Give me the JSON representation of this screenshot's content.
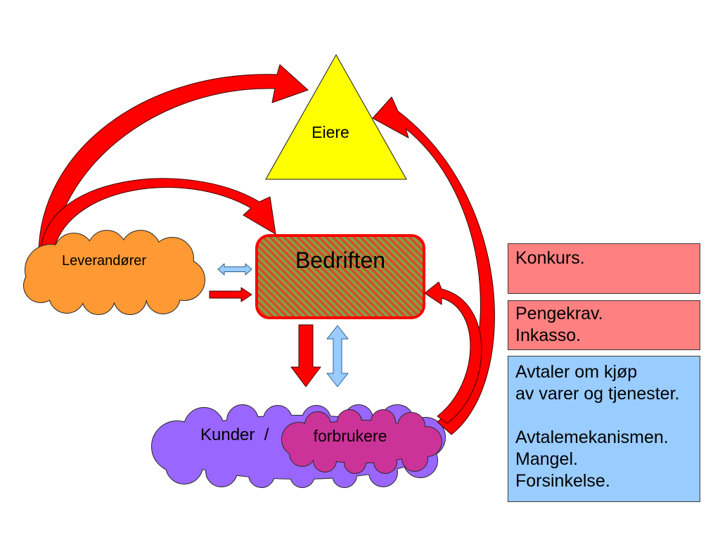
{
  "diagram": {
    "owners": {
      "label": "Eiere",
      "color": "#FFFF00"
    },
    "company": {
      "label": "Bedriften",
      "border_color": "#FF0000",
      "hatch_colors": [
        "#D9492C",
        "#7FA443"
      ]
    },
    "suppliers": {
      "label": "Leverandører",
      "color": "#FF9933"
    },
    "customers": {
      "label": "Kunder  /",
      "color": "#9966FF"
    },
    "consumers": {
      "label": "forbrukere",
      "color": "#CC3399"
    },
    "arrow_colors": {
      "red": "#FF0000",
      "blue": "#99CCFF"
    }
  },
  "panels": {
    "top": {
      "color": "#FF8080",
      "lines": [
        "Konkurs."
      ]
    },
    "middle": {
      "color": "#FF8080",
      "lines": [
        "Pengekrav.",
        "Inkasso."
      ]
    },
    "bottom": {
      "color": "#99CCFF",
      "paragraphs": [
        [
          "Avtaler om kjøp",
          "av varer og tjenester."
        ],
        [
          "Avtalemekanismen.",
          "Mangel.",
          "Forsinkelse."
        ]
      ]
    }
  }
}
